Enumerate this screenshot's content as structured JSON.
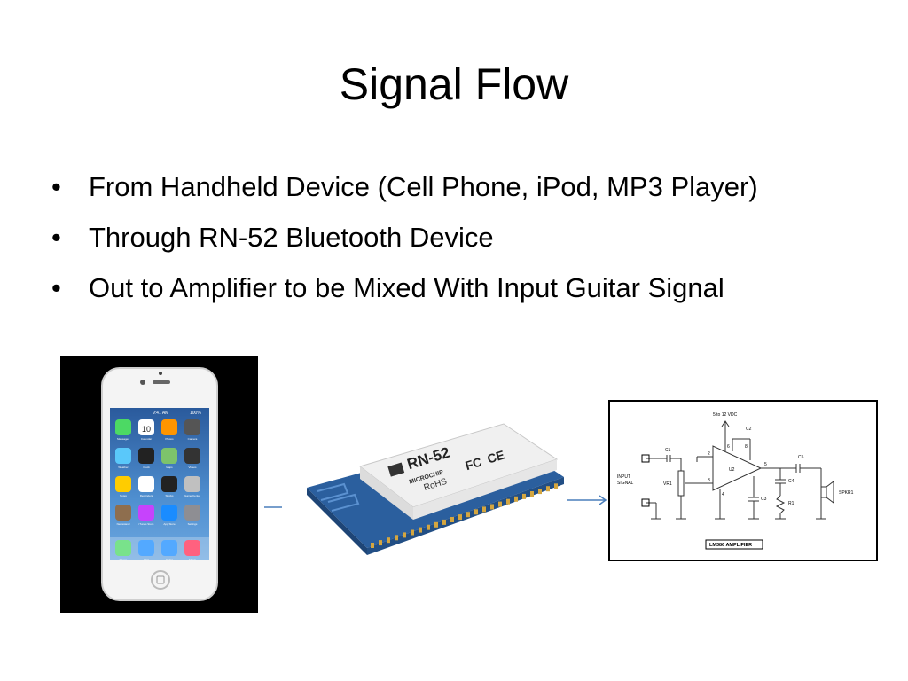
{
  "slide": {
    "title": "Signal Flow",
    "bullets": [
      "From Handheld Device (Cell Phone, iPod, MP3 Player)",
      "Through RN-52 Bluetooth Device",
      "Out to Amplifier to be Mixed With Input Guitar Signal"
    ],
    "bullet_char": "•"
  },
  "phone": {
    "status_time": "9:41 AM",
    "battery": "100%",
    "apps": [
      "Messages",
      "Calendar",
      "Photos",
      "Camera",
      "Weather",
      "Clock",
      "Maps",
      "Videos",
      "Notes",
      "Reminders",
      "Stocks",
      "Game Center",
      "Newsstand",
      "iTunes Store",
      "App Store",
      "Settings",
      "Phone",
      "Mail",
      "Safari",
      "Music"
    ],
    "calendar_day": "10"
  },
  "module": {
    "name": "RN-52",
    "brand": "MICROCHIP",
    "rohs": "RoHS",
    "fcc": "FC",
    "ce": "CE"
  },
  "schematic": {
    "supply": "5 to 12 VDC",
    "input_label_1": "INPUT",
    "input_label_2": "SIGNAL",
    "title": "LM386 AMPLIFIER",
    "c1": "C1",
    "c2": "C2",
    "c3": "C3",
    "c4": "C4",
    "c5": "C5",
    "r1": "R1",
    "vr1": "VR1",
    "u2": "U2",
    "spkr": "SPKR1",
    "pin2": "2",
    "pin3": "3",
    "pin4": "4",
    "pin5": "5",
    "pin6": "6",
    "pin8": "8"
  },
  "colors": {
    "background": "#ffffff",
    "text": "#000000",
    "arrow": "#4a7ebb",
    "module_pcb": "#2b5f9e",
    "phone_bg": "#000000"
  }
}
